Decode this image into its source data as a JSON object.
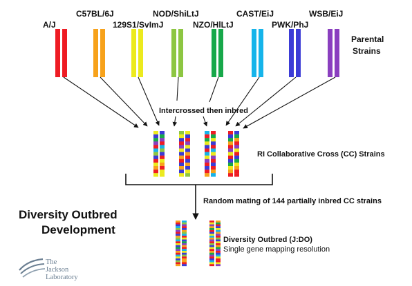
{
  "colors": {
    "A_J": "#ee1c24",
    "C57BL_6J": "#f7a21b",
    "129S1_SvImJ": "#ecea1e",
    "NOD_ShiLtJ": "#8dc642",
    "NZO_HlLtJ": "#17a84a",
    "CAST_EiJ": "#16b4ea",
    "PWK_PhJ": "#3b3bd6",
    "WSB_EiJ": "#8a3fbf",
    "line": "#111111",
    "logo": "#6b7f92"
  },
  "parental": {
    "label_line1": "Parental",
    "label_line2": "Strains",
    "strains": [
      {
        "name": "A/J",
        "color": "A_J"
      },
      {
        "name": "C57BL/6J",
        "color": "C57BL_6J"
      },
      {
        "name": "129S1/SvImJ",
        "color": "129S1_SvImJ"
      },
      {
        "name": "NOD/ShiLtJ",
        "color": "NOD_ShiLtJ"
      },
      {
        "name": "NZO/HlLtJ",
        "color": "NZO_HlLtJ"
      },
      {
        "name": "CAST/EiJ",
        "color": "CAST_EiJ"
      },
      {
        "name": "PWK/PhJ",
        "color": "PWK_PhJ"
      },
      {
        "name": "WSB/EiJ",
        "color": "WSB_EiJ"
      }
    ]
  },
  "intercross_label": "Intercrossed then inbred",
  "cc_label": "RI Collaborative Cross (CC) Strains",
  "cc_strains": [
    [
      "129S1_SvImJ",
      "PWK_PhJ",
      "NZO_HlLtJ",
      "WSB_EiJ",
      "A_J",
      "CAST_EiJ",
      "NOD_ShiLtJ",
      "PWK_PhJ",
      "A_J",
      "129S1_SvImJ",
      "C57BL_6J",
      "A_J",
      "129S1_SvImJ"
    ],
    [
      "NOD_ShiLtJ",
      "129S1_SvImJ",
      "PWK_PhJ",
      "A_J",
      "WSB_EiJ",
      "129S1_SvImJ",
      "PWK_PhJ",
      "C57BL_6J",
      "A_J",
      "PWK_PhJ",
      "C57BL_6J",
      "PWK_PhJ",
      "129S1_SvImJ"
    ],
    [
      "CAST_EiJ",
      "A_J",
      "NZO_HlLtJ",
      "129S1_SvImJ",
      "PWK_PhJ",
      "A_J",
      "CAST_EiJ",
      "129S1_SvImJ",
      "WSB_EiJ",
      "A_J",
      "PWK_PhJ",
      "A_J",
      "C57BL_6J"
    ],
    [
      "A_J",
      "PWK_PhJ",
      "NZO_HlLtJ",
      "C57BL_6J",
      "A_J",
      "WSB_EiJ",
      "129S1_SvImJ",
      "A_J",
      "PWK_PhJ",
      "NZO_HlLtJ",
      "129S1_SvImJ",
      "C57BL_6J",
      "A_J"
    ]
  ],
  "random_mating_label": "Random mating of 144 partially inbred CC strains",
  "do_title_line1": "Diversity Outbred",
  "do_title_line2": "Development",
  "do_label": "Diversity Outbred (J:DO)",
  "do_sublabel": "Single gene mapping resolution",
  "do_strains": [
    [
      "C57BL_6J",
      "A_J",
      "PWK_PhJ",
      "CAST_EiJ",
      "NOD_ShiLtJ",
      "WSB_EiJ",
      "A_J",
      "PWK_PhJ",
      "C57BL_6J",
      "NOD_ShiLtJ",
      "CAST_EiJ",
      "A_J",
      "129S1_SvImJ",
      "PWK_PhJ",
      "NZO_HlLtJ",
      "WSB_EiJ",
      "C57BL_6J",
      "A_J",
      "CAST_EiJ",
      "129S1_SvImJ",
      "PWK_PhJ",
      "NOD_ShiLtJ",
      "A_J",
      "C57BL_6J"
    ],
    [
      "A_J",
      "129S1_SvImJ",
      "WSB_EiJ",
      "C57BL_6J",
      "NZO_HlLtJ",
      "A_J",
      "PWK_PhJ",
      "129S1_SvImJ",
      "CAST_EiJ",
      "C57BL_6J",
      "WSB_EiJ",
      "A_J",
      "NOD_ShiLtJ",
      "PWK_PhJ",
      "129S1_SvImJ",
      "A_J",
      "C57BL_6J",
      "NZO_HlLtJ",
      "WSB_EiJ",
      "A_J",
      "PWK_PhJ",
      "CAST_EiJ",
      "129S1_SvImJ",
      "A_J"
    ]
  ],
  "logo": {
    "line1": "The",
    "line2": "Jackson",
    "line3": "Laboratory"
  }
}
